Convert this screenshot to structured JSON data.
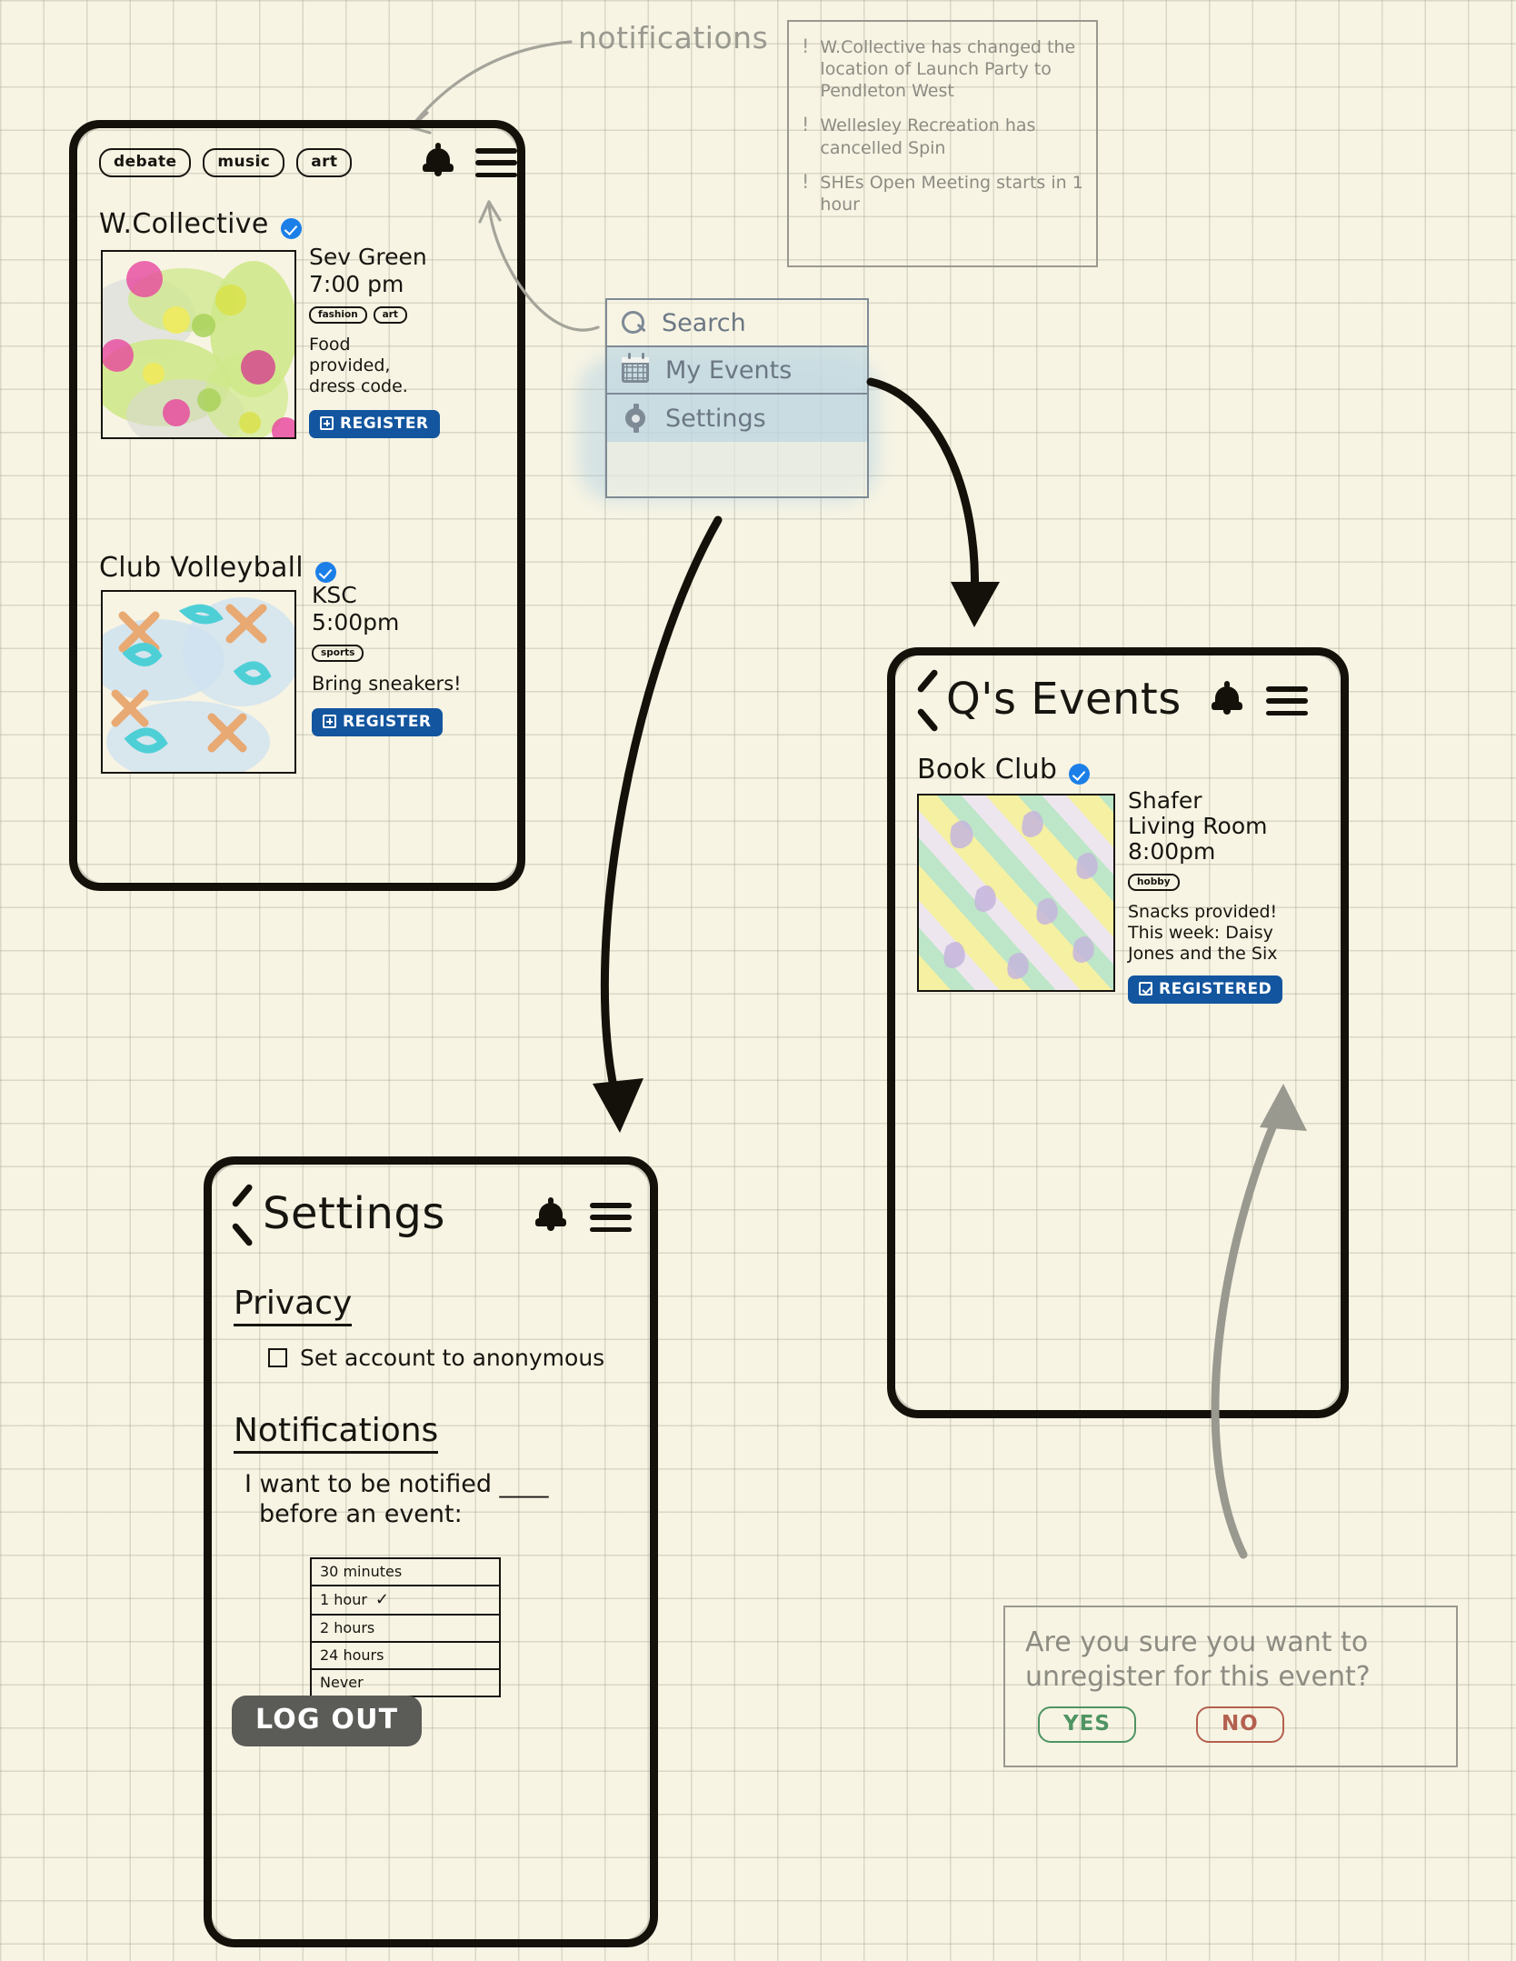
{
  "annotations": {
    "notifications_label": "notifications"
  },
  "notification_panel": {
    "items": [
      {
        "marker": "!",
        "text": "W.Collective has changed the location of Launch Party to Pendleton West"
      },
      {
        "marker": "!",
        "text": "Wellesley Recreation has cancelled Spin"
      },
      {
        "marker": "!",
        "text": "SHEs Open Meeting starts in 1 hour"
      }
    ]
  },
  "home_screen": {
    "filter_chips": [
      "debate",
      "music",
      "art"
    ],
    "icons": {
      "bell": "bell-icon",
      "menu": "hamburger-menu-icon"
    },
    "events": [
      {
        "club": "W.Collective",
        "verified": true,
        "location": "Sev Green",
        "time": "7:00 pm",
        "tags": [
          "fashion",
          "art"
        ],
        "description": "Food provided, dress code.",
        "action_label": "REGISTER",
        "action_state": "unregistered"
      },
      {
        "club": "Club Volleyball",
        "verified": true,
        "location": "KSC",
        "time": "5:00pm",
        "tags": [
          "sports"
        ],
        "description": "Bring sneakers!",
        "action_label": "REGISTER",
        "action_state": "unregistered"
      }
    ]
  },
  "dropdown_menu": {
    "items": [
      {
        "label": "Search",
        "icon": "search-icon",
        "selected": false
      },
      {
        "label": "My Events",
        "icon": "calendar-icon",
        "selected": true
      },
      {
        "label": "Settings",
        "icon": "gear-icon",
        "selected": true
      }
    ]
  },
  "my_events_screen": {
    "title": "Q's Events",
    "back": "back-chevron-icon",
    "events": [
      {
        "club": "Book Club",
        "verified": true,
        "location_line1": "Shafer",
        "location_line2": "Living Room",
        "time": "8:00pm",
        "tags": [
          "hobby"
        ],
        "description_line1": "Snacks provided!",
        "description_line2": "This week: Daisy",
        "description_line3": "Jones and the Six",
        "action_label": "REGISTERED",
        "action_state": "registered"
      }
    ]
  },
  "settings_screen": {
    "title": "Settings",
    "back": "back-chevron-icon",
    "sections": [
      {
        "heading": "Privacy",
        "checkbox_label": "Set account to anonymous",
        "checked": false
      },
      {
        "heading": "Notifications",
        "prompt_line1": "I want to be notified ____",
        "prompt_line2": "before an event:",
        "options": [
          {
            "label": "30 minutes",
            "selected": false
          },
          {
            "label": "1 hour",
            "selected": true
          },
          {
            "label": "2 hours",
            "selected": false
          },
          {
            "label": "24 hours",
            "selected": false
          },
          {
            "label": "Never",
            "selected": false
          }
        ]
      }
    ],
    "logout_label": "LOG OUT"
  },
  "confirm_dialog": {
    "message_line1": "Are you sure you want to",
    "message_line2": "unregister for this event?",
    "yes_label": "YES",
    "no_label": "NO"
  },
  "colors": {
    "paper": "#f7f4e4",
    "ink": "#17150f",
    "accent_blue": "#13559e",
    "verified_blue": "#1c7fe8",
    "gray_annotation": "#8d8c82",
    "menu_gray": "#7e8a95",
    "yes_green": "#4f9463",
    "no_red": "#b4604f"
  }
}
